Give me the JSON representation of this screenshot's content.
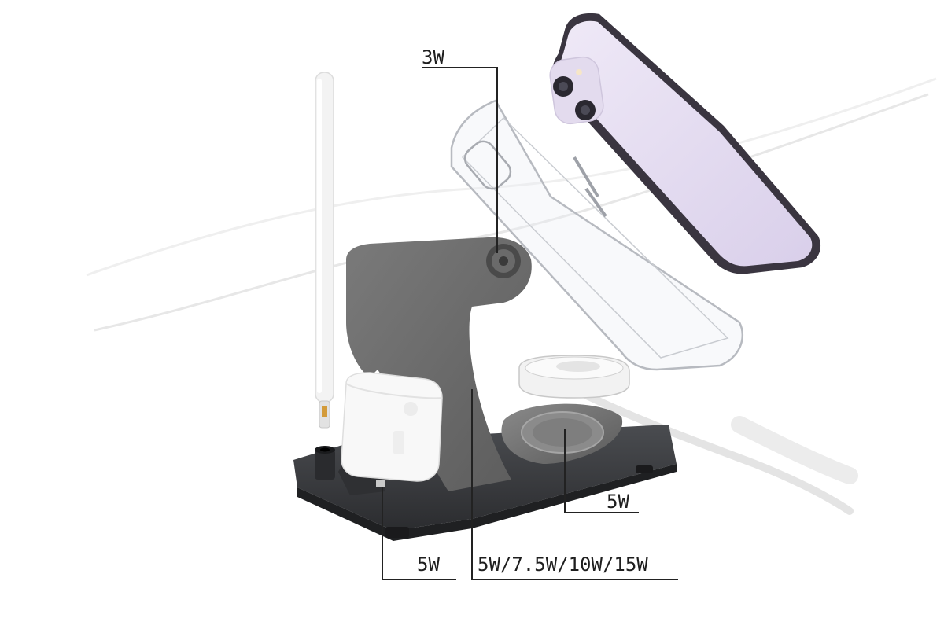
{
  "callouts": {
    "top_pad": "3W",
    "watch_pad": "5W",
    "earbuds_pad": "5W",
    "phone_pad": "5W/7.5W/10W/15W"
  },
  "colors": {
    "stand_body": "#707070",
    "stand_base": "#3d3f42",
    "phone_back": "#e8e0f3",
    "phone_frame": "#3a3540",
    "case_outline": "#b9bcc2",
    "stylus": "#f4f4f4",
    "earbuds_case": "#f7f7f7",
    "callout_line": "#222222"
  }
}
